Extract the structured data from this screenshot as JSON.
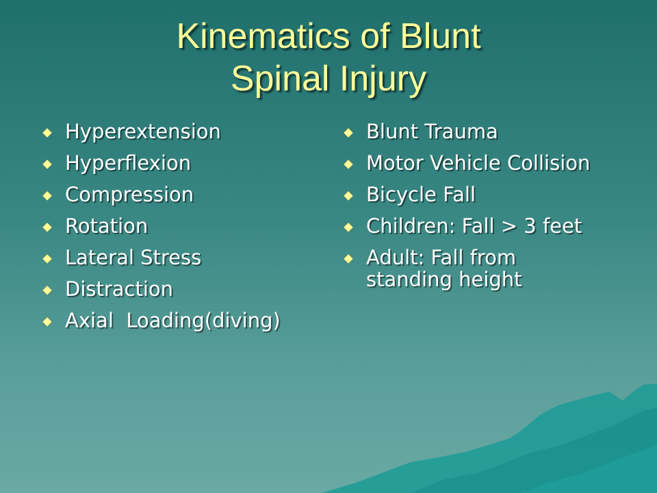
{
  "slide": {
    "title_line1": "Kinematics of Blunt",
    "title_line2": "Spinal Injury",
    "left_items": [
      "Hyperextension",
      "Hyperflexion",
      "Compression",
      "Rotation",
      "Lateral Stress",
      "Distraction",
      "Axial  Loading(diving)"
    ],
    "right_items": [
      "Blunt Trauma",
      "Motor Vehicle Collision",
      "Bicycle Fall",
      "Children: Fall > 3 feet",
      "Adult: Fall from standing height"
    ]
  },
  "theme": {
    "title_color": "#ffff99",
    "text_color": "#ffffff",
    "bullet_color": "#ffff99",
    "mountain_color": "#1c9b97",
    "bullet_icon": "diamond-bullet-icon"
  }
}
